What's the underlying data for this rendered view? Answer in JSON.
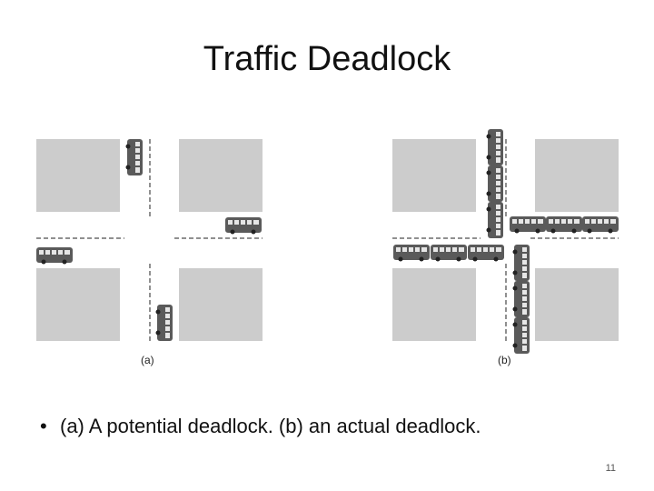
{
  "slide": {
    "title": "Traffic Deadlock",
    "bullet": "(a) A potential deadlock. (b) an actual deadlock.",
    "page_number": "11"
  },
  "figure": {
    "panels": [
      {
        "label": "(a)"
      },
      {
        "label": "(b)"
      }
    ],
    "colors": {
      "block": "#cccccc",
      "bus": "#555555",
      "road_marking": "#222222"
    }
  }
}
